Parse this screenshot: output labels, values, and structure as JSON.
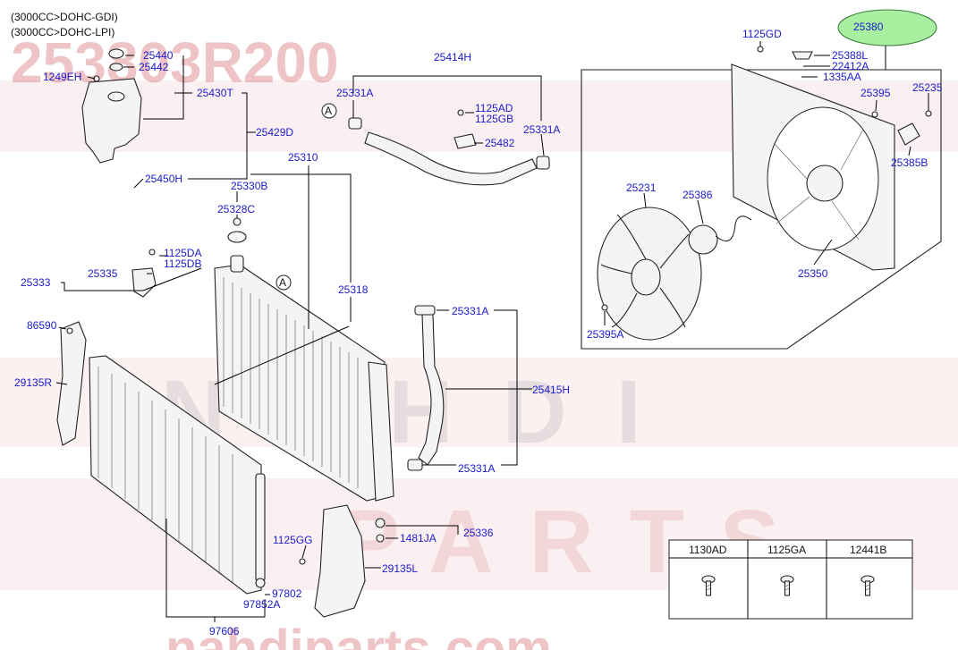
{
  "watermark": {
    "part_number": "253803R200",
    "brand_word": "NAHDI",
    "parts_word": "PARTS",
    "site": "nahdiparts.com",
    "band_color": "#c0282e"
  },
  "notes": [
    "(3000CC>DOHC-GDI)",
    "(3000CC>DOHC-LPI)"
  ],
  "highlight": {
    "label": "25380",
    "fill": "#a8f0a0"
  },
  "labels": {
    "l25440": "25440",
    "l25442": "25442",
    "l1249EH": "1249EH",
    "l25430T": "25430T",
    "l25429D": "25429D",
    "l25450H": "25450H",
    "l25414H": "25414H",
    "l25331A_1": "25331A",
    "l1125AD": "1125AD",
    "l1125GB": "1125GB",
    "l25482": "25482",
    "l25331A_2": "25331A",
    "l25310": "25310",
    "l25330B": "25330B",
    "l25328C": "25328C",
    "l1125DA": "1125DA",
    "l1125DB": "1125DB",
    "l25335": "25335",
    "l25333": "25333",
    "l25318": "25318",
    "l86590": "86590",
    "l29135R": "29135R",
    "l25331A_3": "25331A",
    "l25415H": "25415H",
    "l25331A_4": "25331A",
    "l25336": "25336",
    "l1481JA": "1481JA",
    "l1125GG": "1125GG",
    "l29135L": "29135L",
    "l97802": "97802",
    "l97852A": "97852A",
    "l97606": "97606",
    "l1125GD": "1125GD",
    "l25388L": "25388L",
    "l22412A": "22412A",
    "l1335AA": "1335AA",
    "l25395": "25395",
    "l25235": "25235",
    "l25385B": "25385B",
    "l25231": "25231",
    "l25386": "25386",
    "l25350": "25350",
    "l25395A": "25395A",
    "callout_a1": "A",
    "callout_a2": "A"
  },
  "fastener_table": {
    "headers": [
      "1130AD",
      "1125GA",
      "12441B"
    ],
    "icons": [
      "flange-bolt-icon",
      "flange-bolt-icon",
      "flange-bolt-icon"
    ]
  }
}
